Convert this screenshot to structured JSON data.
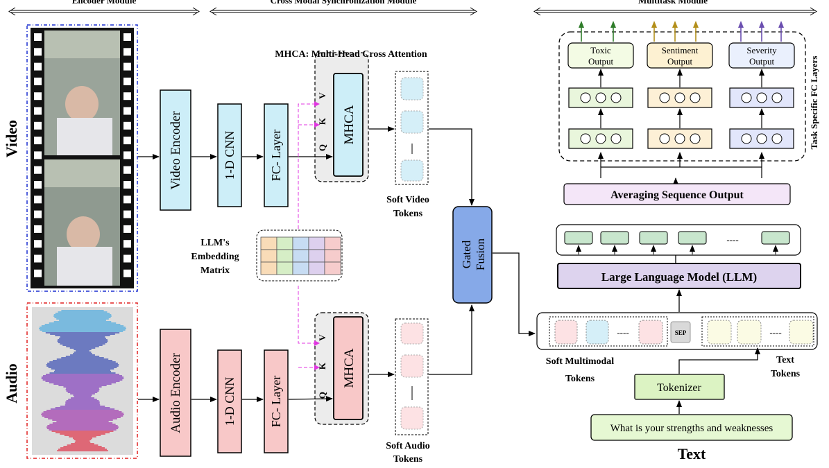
{
  "headers": {
    "encoder": "Encoder Module",
    "cross_modal": "Cross Modal Synchronization Module",
    "multitask": "Multitask  Module"
  },
  "modality_labels": {
    "video": "Video",
    "audio": "Audio",
    "text": "Text"
  },
  "video_branch": {
    "encoder": "Video Encoder",
    "cnn": "1-D CNN",
    "fc": "FC- Layer",
    "mhca": "MHCA",
    "tokens_caption": [
      "Soft Video",
      "Tokens"
    ]
  },
  "audio_branch": {
    "encoder": "Audio Encoder",
    "cnn": "1-D CNN",
    "fc": "FC- Layer",
    "mhca": "MHCA",
    "tokens_caption": [
      "Soft Audio",
      "Tokens"
    ]
  },
  "qkv": {
    "q": "Q",
    "k": "K",
    "v": "V"
  },
  "mhca_title": "MHCA: Multi-Head Cross Attention",
  "embedding_caption": [
    "LLM's",
    "Embedding",
    "Matrix"
  ],
  "gated_fusion": [
    "Gated",
    "Fusion"
  ],
  "dots": "----",
  "sep": "SEP",
  "text_branch": {
    "multimodal_caption": [
      "Soft Multimodal",
      "Tokens"
    ],
    "text_tokens_caption": [
      "Text",
      "Tokens"
    ],
    "tokenizer": "Tokenizer",
    "input_sentence": "What is your strengths and weaknesses"
  },
  "llm": "Large Language Model (LLM)",
  "averaging": "Averaging Sequence Output",
  "task_layers_caption": "Task Specific FC Layers",
  "outputs": [
    {
      "line1": "Toxic",
      "line2": "Output",
      "fill": "#f3fbe4",
      "col": "#e9f6dc",
      "arrow": "#2f7d2a"
    },
    {
      "line1": "Sentiment",
      "line2": "Output",
      "fill": "#fdf1d2",
      "col": "#fdf0d6",
      "arrow": "#b38f1a"
    },
    {
      "line1": "Severity",
      "line2": "Output",
      "fill": "#eaf0fd",
      "col": "#e2e6fb",
      "arrow": "#6b4fb0"
    }
  ],
  "colors": {
    "video_block": "#cdeef8",
    "audio_block": "#f8c8c8",
    "fusion": "#86a9e8",
    "llm": "#ddd3ee",
    "averaging": "#f4e6f8",
    "tokenizer": "#dcf3c3",
    "magenta": "#e036e0"
  },
  "embedding_colors": [
    "#f9dcb8",
    "#d6eec6",
    "#c7dcf3",
    "#ddd0ee",
    "#f6cccc"
  ]
}
